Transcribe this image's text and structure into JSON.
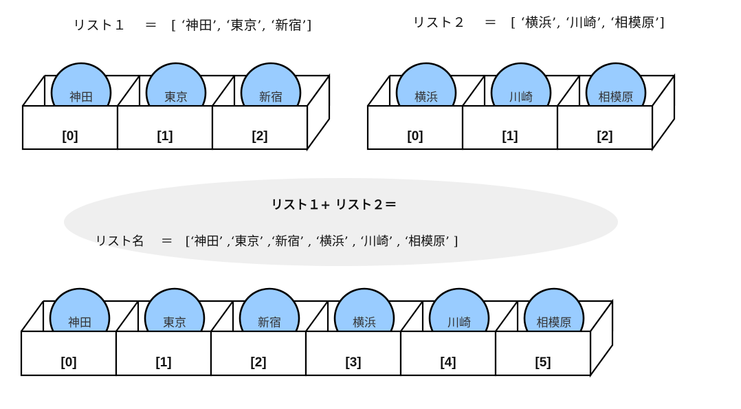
{
  "list1": {
    "title": "リスト１　 ＝　[ ‘神田’, ‘東京’, ‘新宿’]",
    "items": [
      "神田",
      "東京",
      "新宿"
    ],
    "indices": [
      "[0]",
      "[1]",
      "[2]"
    ]
  },
  "list2": {
    "title": "リスト２　 ＝　[ ‘横浜’, ‘川崎’, ‘相模原’]",
    "items": [
      "横浜",
      "川崎",
      "相模原"
    ],
    "indices": [
      "[0]",
      "[1]",
      "[2]"
    ]
  },
  "concat": {
    "expression": "リスト１+ リスト２＝",
    "result": "リスト名　 ＝　[‘神田’ ,‘東京’ ,‘新宿’ , ‘横浜’ , ‘川崎’ , ‘相模原’ ]"
  },
  "merged": {
    "items": [
      "神田",
      "東京",
      "新宿",
      "横浜",
      "川崎",
      "相模原"
    ],
    "indices": [
      "[0]",
      "[1]",
      "[2]",
      "[3]",
      "[4]",
      "[5]"
    ]
  },
  "colors": {
    "ball_fill": "#99ccff",
    "stroke": "#000000",
    "ellipse_fill": "#efefef"
  }
}
